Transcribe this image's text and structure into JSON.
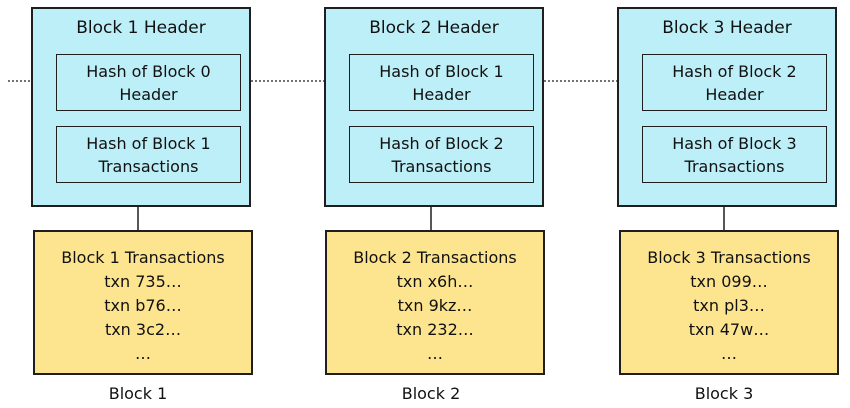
{
  "colors": {
    "header_fill": "#bdeff8",
    "transactions_fill": "#fde58f",
    "stroke": "#1f1f1f"
  },
  "blocks": [
    {
      "header_title": "Block 1 Header",
      "prev_hash": "Hash of Block 0\nHeader",
      "tx_hash": "Hash of Block 1\nTransactions",
      "tx_title": "Block 1 Transactions",
      "txns": [
        "txn 735…",
        "txn b76…",
        "txn 3c2…",
        "…"
      ],
      "label": "Block 1"
    },
    {
      "header_title": "Block 2 Header",
      "prev_hash": "Hash of Block 1\nHeader",
      "tx_hash": "Hash of Block 2\nTransactions",
      "tx_title": "Block 2 Transactions",
      "txns": [
        "txn x6h…",
        "txn 9kz…",
        "txn 232…",
        "…"
      ],
      "label": "Block 2"
    },
    {
      "header_title": "Block 3 Header",
      "prev_hash": "Hash of Block 2\nHeader",
      "tx_hash": "Hash of Block 3\nTransactions",
      "tx_title": "Block 3 Transactions",
      "txns": [
        "txn 099…",
        "txn pl3…",
        "txn 47w…",
        "…"
      ],
      "label": "Block 3"
    }
  ]
}
